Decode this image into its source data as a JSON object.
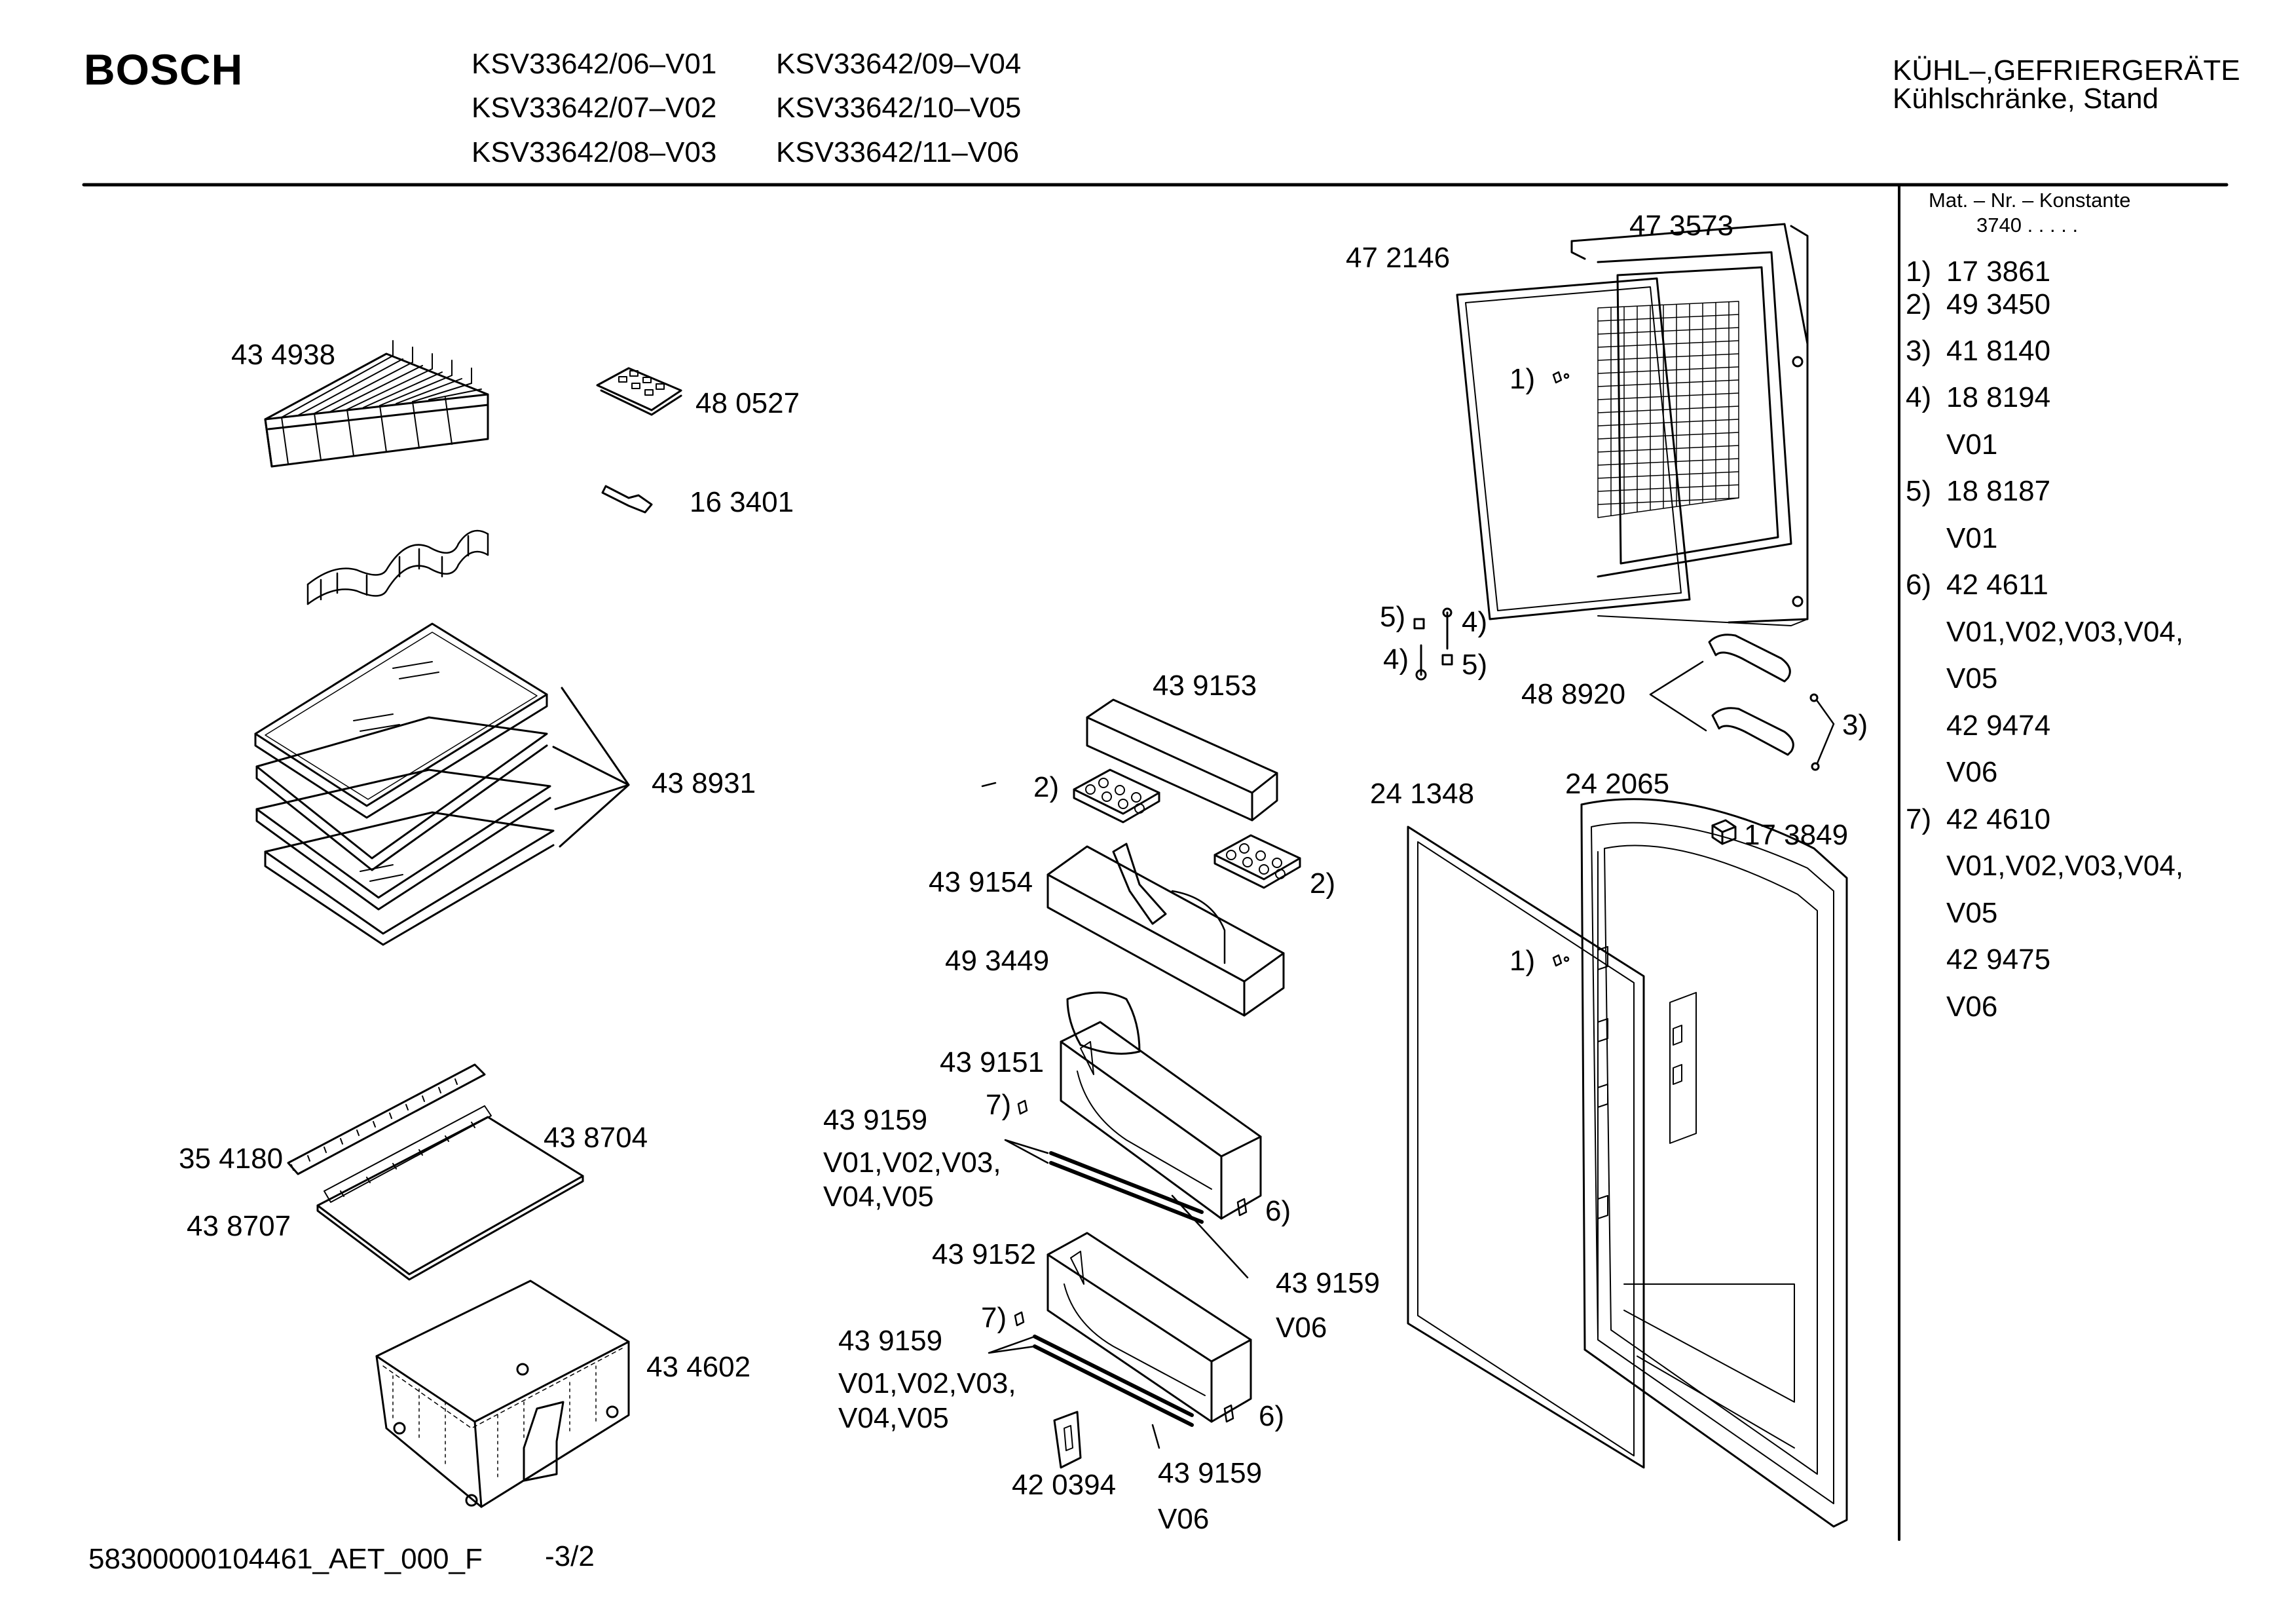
{
  "header": {
    "brand": "BOSCH",
    "models": [
      "KSV33642/06–V01",
      "KSV33642/07–V02",
      "KSV33642/08–V03",
      "KSV33642/09–V04",
      "KSV33642/10–V05",
      "KSV33642/11–V06"
    ],
    "category": "KÜHL–,GEFRIERGERÄTE",
    "subcategory": "Kühlschränke, Stand"
  },
  "sidebar": {
    "title": "Mat. – Nr. – Konstante",
    "constant": "3740 .  .  .  .  .",
    "entries": [
      {
        "key": "1)",
        "value": "17 3861",
        "notes": []
      },
      {
        "key": "2)",
        "value": "49 3450",
        "notes": []
      },
      {
        "key": "3)",
        "value": "41 8140",
        "notes": []
      },
      {
        "key": "4)",
        "value": "18 8194",
        "notes": [
          "V01"
        ]
      },
      {
        "key": "5)",
        "value": "18 8187",
        "notes": [
          "V01"
        ]
      },
      {
        "key": "6)",
        "value": "42 4611",
        "notes": [
          "V01,V02,V03,V04,",
          "V05",
          "42 9474",
          "V06"
        ]
      },
      {
        "key": "7)",
        "value": "42 4610",
        "notes": [
          "V01,V02,V03,V04,",
          "V05",
          "42 9475",
          "V06"
        ]
      }
    ]
  },
  "labels": {
    "p434938": "43 4938",
    "p480527": "48 0527",
    "p163401": "16 3401",
    "p438931": "43 8931",
    "p354180": "35 4180",
    "p438704": "43 8704",
    "p438707": "43 8707",
    "p434602": "43 4602",
    "p439153": "43 9153",
    "p2a": "2)",
    "p439154": "43 9154",
    "p2b": "2)",
    "p493449": "49 3449",
    "p439151": "43 9151",
    "p7a": "7)",
    "p439159a": "43 9159",
    "v1a": "V01,V02,V03,",
    "v2a": "V04,V05",
    "p6a": "6)",
    "p439159b": "43 9159",
    "v06a": "V06",
    "p439152": "43 9152",
    "p7b": "7)",
    "p439159c": "43 9159",
    "v1b": "V01,V02,V03,",
    "v2b": "V04,V05",
    "p6b": "6)",
    "p420394": "42 0394",
    "p439159d": "43 9159",
    "v06b": "V06",
    "p472146": "47 2146",
    "p473573": "47 3573",
    "p1a": "1)",
    "p5a": "5)",
    "p4a": "4)",
    "p4b": "4)",
    "p5b": "5)",
    "p488920": "48 8920",
    "p3": "3)",
    "p241348": "24 1348",
    "p242065": "24 2065",
    "p173849": "17 3849",
    "p1b": "1)"
  },
  "footer": {
    "doc_id": "58300000104461_AET_000_F",
    "page": "-3/2"
  }
}
